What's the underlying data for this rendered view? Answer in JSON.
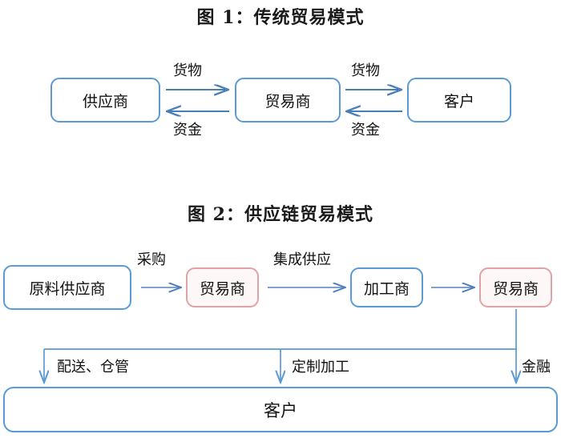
{
  "figures": [
    {
      "id": "figure-1",
      "title": "图 1：传统贸易模式",
      "nodes": [
        {
          "key": "supplier",
          "label": "供应商",
          "style": "blue"
        },
        {
          "key": "trader",
          "label": "贸易商",
          "style": "blue"
        },
        {
          "key": "customer",
          "label": "客户",
          "style": "blue"
        }
      ],
      "edges": [
        {
          "key": "goods-1",
          "label": "货物",
          "from": "supplier",
          "to": "trader",
          "direction": "right"
        },
        {
          "key": "funds-1",
          "label": "资金",
          "from": "trader",
          "to": "supplier",
          "direction": "left"
        },
        {
          "key": "goods-2",
          "label": "货物",
          "from": "trader",
          "to": "customer",
          "direction": "right"
        },
        {
          "key": "funds-2",
          "label": "资金",
          "from": "customer",
          "to": "trader",
          "direction": "left"
        }
      ]
    },
    {
      "id": "figure-2",
      "title": "图 2：供应链贸易模式",
      "nodes": [
        {
          "key": "raw-supplier",
          "label": "原料供应商",
          "style": "blue"
        },
        {
          "key": "trader-2",
          "label": "贸易商",
          "style": "pink"
        },
        {
          "key": "processor",
          "label": "加工商",
          "style": "blue"
        },
        {
          "key": "trader-3",
          "label": "贸易商",
          "style": "pink"
        },
        {
          "key": "customer-2",
          "label": "客户",
          "style": "blue"
        }
      ],
      "edges": [
        {
          "key": "purchase",
          "label": "采购",
          "from": "raw-supplier",
          "to": "trader-2",
          "direction": "right"
        },
        {
          "key": "integrated",
          "label": "集成供应",
          "from": "trader-2",
          "to": "processor",
          "direction": "right"
        },
        {
          "key": "chain",
          "label": "",
          "from": "processor",
          "to": "trader-3",
          "direction": "right"
        },
        {
          "key": "delivery",
          "label": "配送、仓管",
          "from": "trader-3",
          "to": "customer-2",
          "direction": "down"
        },
        {
          "key": "custom",
          "label": "定制加工",
          "from": "trader-3",
          "to": "customer-2",
          "direction": "down"
        },
        {
          "key": "finance",
          "label": "金融",
          "from": "trader-3",
          "to": "customer-2",
          "direction": "down"
        }
      ]
    }
  ],
  "colors": {
    "box_blue_border": "#5B9BD5",
    "box_pink_border": "#E0A3A5",
    "box_pink_fill": "#FDF7F7",
    "arrow_blue": "#4A7EBB",
    "connector_blue": "#5B9BD5",
    "text": "#111111",
    "background": "#FFFFFF"
  }
}
